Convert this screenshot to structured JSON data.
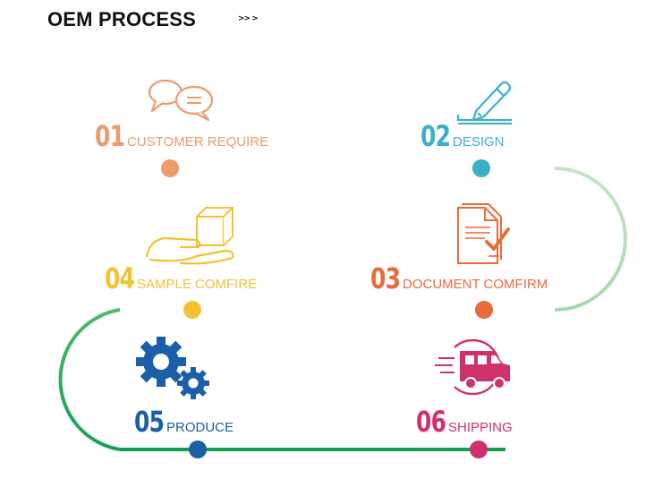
{
  "header": {
    "title": "OEM PROCESS",
    "arrows": ">> >"
  },
  "steps": [
    {
      "num": "01",
      "label": "CUSTOMER REQUIRE",
      "color": "#ee9a6c",
      "icon": "chat-bubbles-icon"
    },
    {
      "num": "02",
      "label": "DESIGN",
      "color": "#3ab0c8",
      "icon": "pencil-icon"
    },
    {
      "num": "03",
      "label": "DOCUMENT COMFIRM",
      "color": "#ea6b3a",
      "icon": "document-check-icon"
    },
    {
      "num": "04",
      "label": "SAMPLE COMFIRE",
      "color": "#f2c230",
      "icon": "hand-box-icon"
    },
    {
      "num": "05",
      "label": "PRODUCE",
      "color": "#1a5fa8",
      "icon": "gears-icon"
    },
    {
      "num": "06",
      "label": "SHIPPING",
      "color": "#d1306e",
      "icon": "delivery-truck-icon"
    }
  ],
  "track_colors": {
    "light": "#d6ebd8",
    "mid": "#9fd3a4",
    "dark": "#12a050"
  }
}
